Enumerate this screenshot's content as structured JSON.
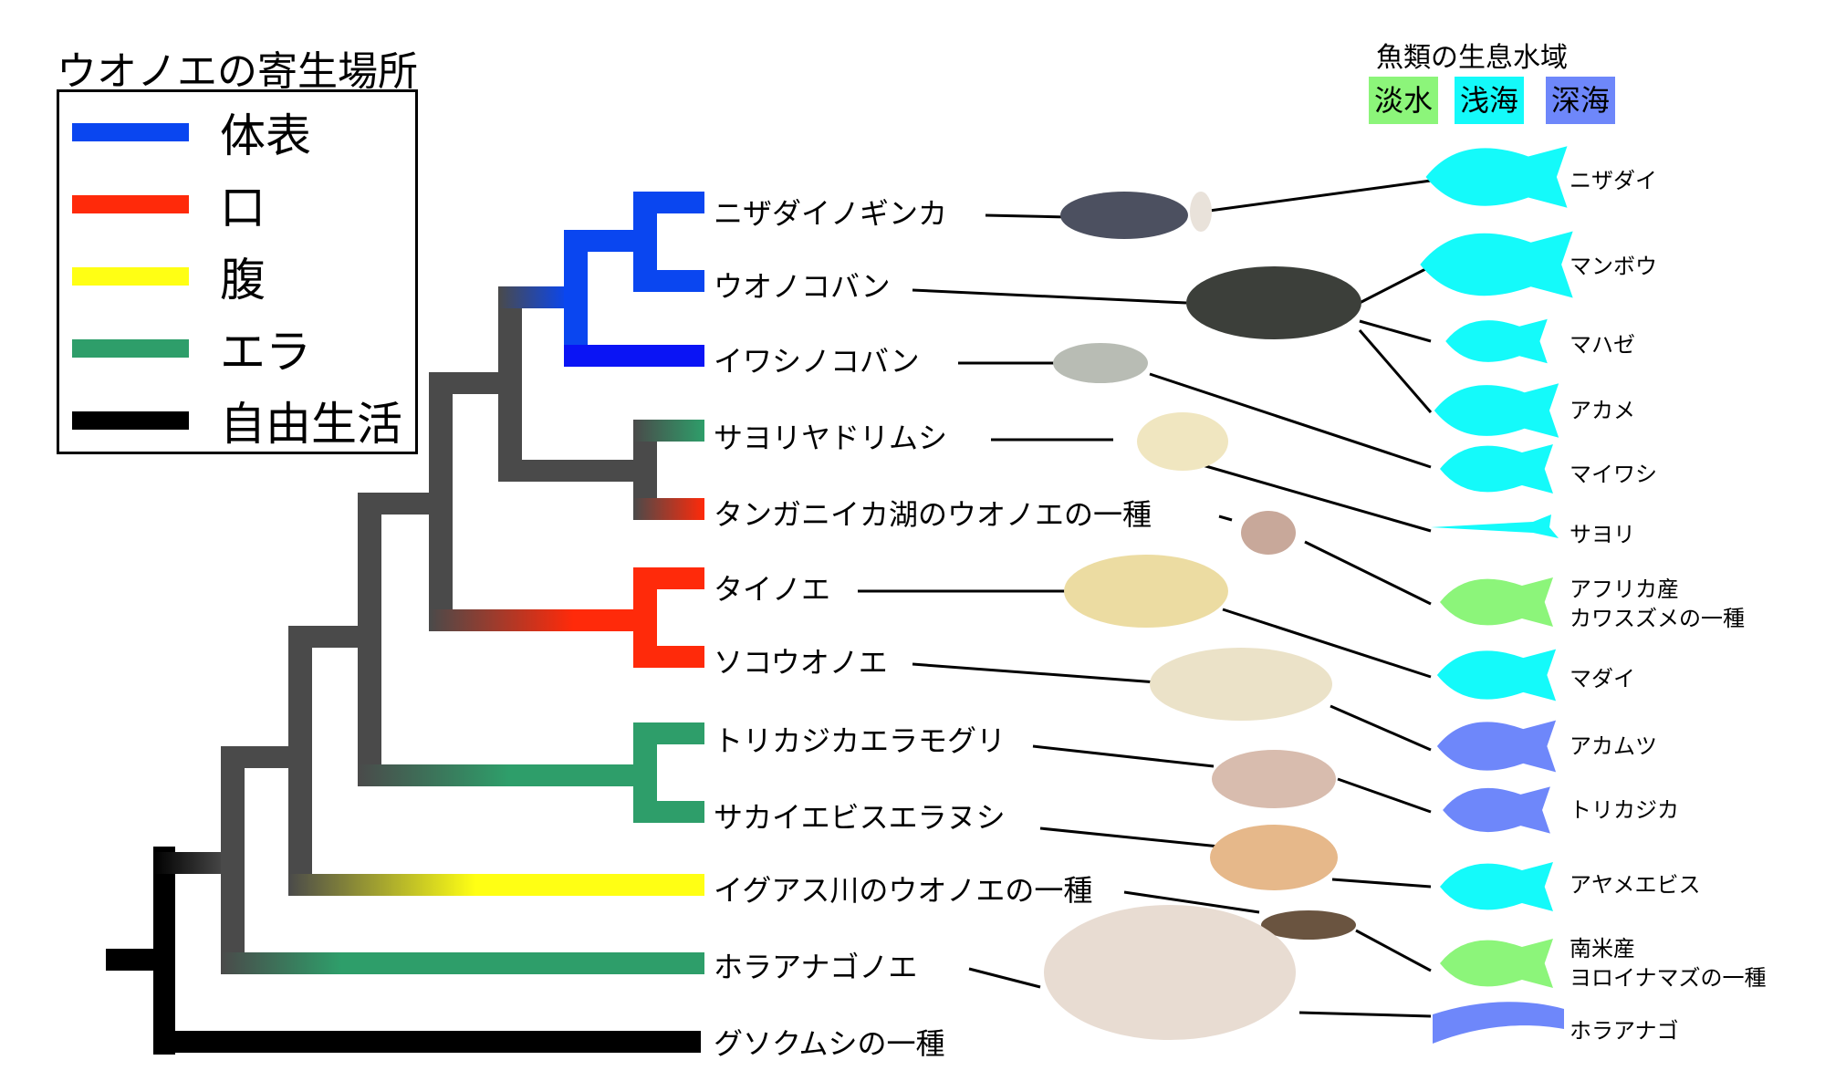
{
  "legend": {
    "title": "ウオノエの寄生場所",
    "items": [
      {
        "label": "体表",
        "color": "#0a46f0"
      },
      {
        "label": "口",
        "color": "#ff2a0a"
      },
      {
        "label": "腹",
        "color": "#ffff14"
      },
      {
        "label": "エラ",
        "color": "#2e9e6a"
      },
      {
        "label": "自由生活",
        "color": "#000000"
      }
    ]
  },
  "habitat": {
    "title": "魚類の生息水域",
    "items": [
      {
        "label": "淡水",
        "color": "#8cf57a"
      },
      {
        "label": "浅海",
        "color": "#14fafa"
      },
      {
        "label": "深海",
        "color": "#6e87fa"
      }
    ]
  },
  "taxa": [
    "ニザダイノギンカ",
    "ウオノコバン",
    "イワシノコバン",
    "サヨリヤドリムシ",
    "タンガニイカ湖のウオノエの一種",
    "タイノエ",
    "ソコウオノエ",
    "トリカジカエラモグリ",
    "サカイエビスエラヌシ",
    "イグアス川のウオノエの一種",
    "ホラアナゴノエ",
    "グソクムシの一種"
  ],
  "fish": [
    {
      "label": "ニザダイ",
      "habitat": "浅海"
    },
    {
      "label": "マンボウ",
      "habitat": "浅海"
    },
    {
      "label": "マハゼ",
      "habitat": "浅海"
    },
    {
      "label": "アカメ",
      "habitat": "浅海"
    },
    {
      "label": "マイワシ",
      "habitat": "浅海"
    },
    {
      "label": "サヨリ",
      "habitat": "浅海"
    },
    {
      "label": "アフリカ産",
      "label2": "カワスズメの一種",
      "habitat": "淡水"
    },
    {
      "label": "マダイ",
      "habitat": "浅海"
    },
    {
      "label": "アカムツ",
      "habitat": "深海"
    },
    {
      "label": "トリカジカ",
      "habitat": "深海"
    },
    {
      "label": "アヤメエビス",
      "habitat": "浅海"
    },
    {
      "label": "南米産",
      "label2": "ヨロイナマズの一種",
      "habitat": "淡水"
    },
    {
      "label": "ホラアナゴ",
      "habitat": "深海"
    }
  ],
  "tree_color": "#4a4a4a"
}
